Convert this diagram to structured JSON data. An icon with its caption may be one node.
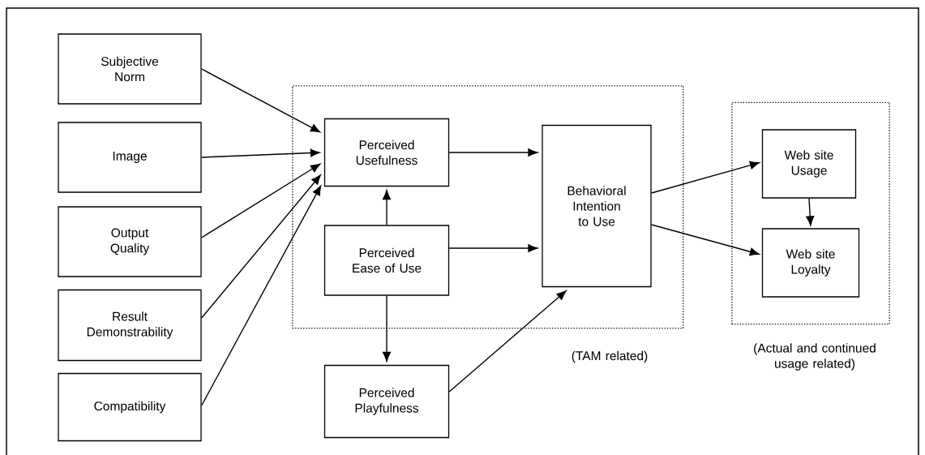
{
  "diagram": {
    "nodes": [
      {
        "text": [
          "Subjective Norm"
        ]
      },
      {
        "text": [
          "Image"
        ]
      },
      {
        "text": [
          "Output Quality"
        ]
      },
      {
        "text": [
          "Result Demonstrability"
        ]
      },
      {
        "text": [
          "Compatibility"
        ]
      },
      {
        "text": [],
        "shape": "box",
        "beside": [
          "(TAM related)"
        ]
      },
      {
        "text": [
          "Perceived Usefulness"
        ],
        "in": 5
      },
      {
        "text": [
          "Perceived Ease of Use"
        ],
        "in": 5
      },
      {
        "text": [
          "Behavioral Intention to Use"
        ],
        "in": 5
      },
      {
        "text": [
          "Perceived Playfulness"
        ]
      },
      {
        "text": [],
        "shape": "box",
        "beside": [
          "(Actual and continued usage related)"
        ]
      },
      {
        "text": [
          "Web site Usage"
        ],
        "in": 10
      },
      {
        "text": [
          "Web site Loyalty"
        ],
        "in": 10
      }
    ],
    "edges": [
      {
        "from": 0,
        "to": 6,
        "arrow": "to"
      },
      {
        "from": 1,
        "to": 6,
        "arrow": "to"
      },
      {
        "from": 2,
        "to": 6,
        "arrow": "to"
      },
      {
        "from": 3,
        "to": 6,
        "arrow": "to"
      },
      {
        "from": 4,
        "to": 6,
        "arrow": "to"
      },
      {
        "from": 7,
        "to": 6,
        "arrow": "to"
      },
      {
        "from": 6,
        "to": 8,
        "arrow": "to"
      },
      {
        "from": 7,
        "to": 8,
        "arrow": "to"
      },
      {
        "from": 7,
        "to": 9,
        "arrow": "to"
      },
      {
        "from": 9,
        "to": 8,
        "arrow": "to"
      },
      {
        "from": 8,
        "to": 11,
        "arrow": "to"
      },
      {
        "from": 8,
        "to": 12,
        "arrow": "to"
      },
      {
        "from": 11,
        "to": 12,
        "arrow": "to"
      }
    ]
  }
}
